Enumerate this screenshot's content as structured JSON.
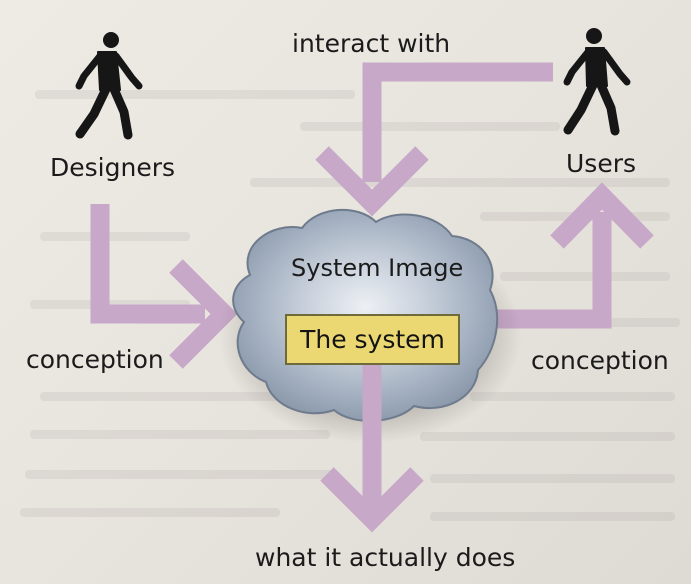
{
  "diagram": {
    "actors": {
      "designers": {
        "label": "Designers",
        "icon": "walking-person-icon"
      },
      "users": {
        "label": "Users",
        "icon": "walking-person-icon"
      }
    },
    "system_image": {
      "label": "System Image"
    },
    "system": {
      "label": "The system"
    },
    "edges": {
      "interact_with": "interact with",
      "designers_conception": "conception",
      "users_conception": "conception",
      "what_it_does": "what it actually does"
    }
  },
  "colors": {
    "page_background": "#e9e6e0",
    "arrow": "#c7a8c8",
    "cloud": "#a9b6c6",
    "system_box": "#ecd873",
    "text": "#1b1b1b"
  }
}
